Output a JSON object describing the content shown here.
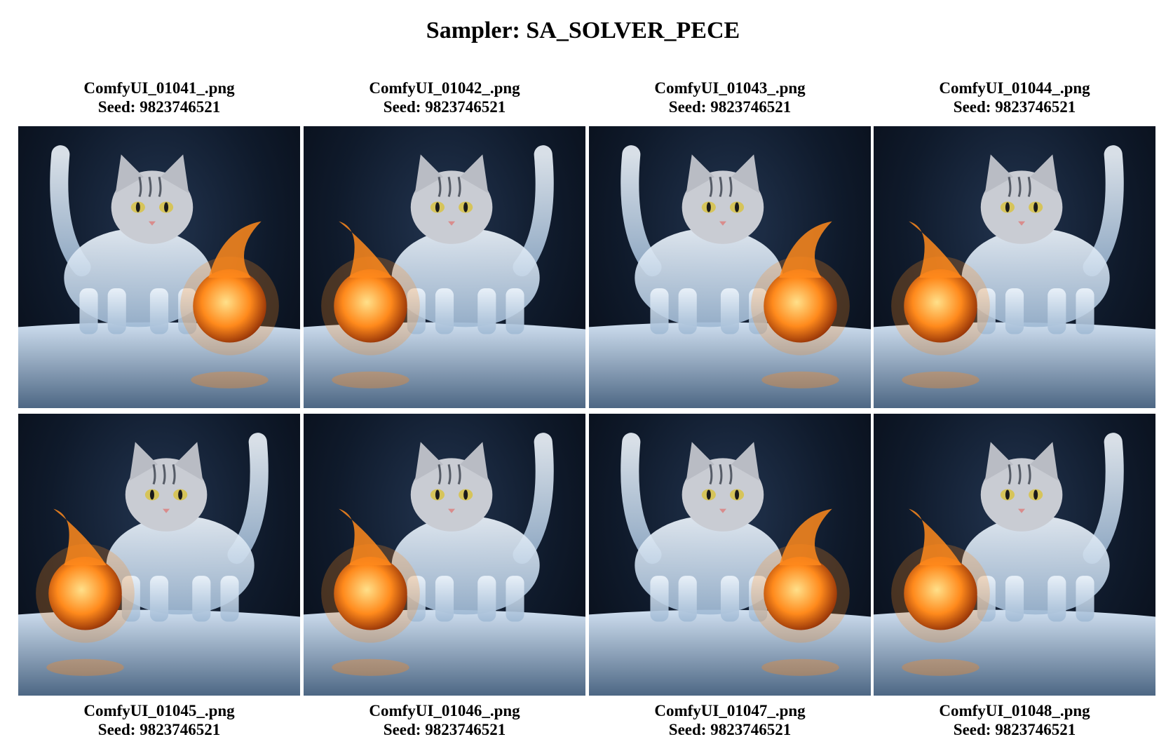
{
  "title": "Sampler: SA_SOLVER_PECE",
  "images": [
    {
      "filename": "ComfyUI_01041_.png",
      "seed": "Seed: 9823746521",
      "ball_side": "right",
      "tail_side": "left"
    },
    {
      "filename": "ComfyUI_01042_.png",
      "seed": "Seed: 9823746521",
      "ball_side": "left",
      "tail_side": "right"
    },
    {
      "filename": "ComfyUI_01043_.png",
      "seed": "Seed: 9823746521",
      "ball_side": "right",
      "tail_side": "left"
    },
    {
      "filename": "ComfyUI_01044_.png",
      "seed": "Seed: 9823746521",
      "ball_side": "left",
      "tail_side": "right"
    },
    {
      "filename": "ComfyUI_01045_.png",
      "seed": "Seed: 9823746521",
      "ball_side": "left",
      "tail_side": "right"
    },
    {
      "filename": "ComfyUI_01046_.png",
      "seed": "Seed: 9823746521",
      "ball_side": "left",
      "tail_side": "right"
    },
    {
      "filename": "ComfyUI_01047_.png",
      "seed": "Seed: 9823746521",
      "ball_side": "right",
      "tail_side": "left"
    },
    {
      "filename": "ComfyUI_01048_.png",
      "seed": "Seed: 9823746521",
      "ball_side": "left",
      "tail_side": "right"
    }
  ],
  "image_subject": "ice-cat-with-fireball",
  "colors": {
    "background": "#ffffff",
    "night_sky": "#0f1a2b",
    "ice": "#d6e6f5",
    "fire": "#ff8a1c",
    "fire_core": "#ffe08a"
  }
}
